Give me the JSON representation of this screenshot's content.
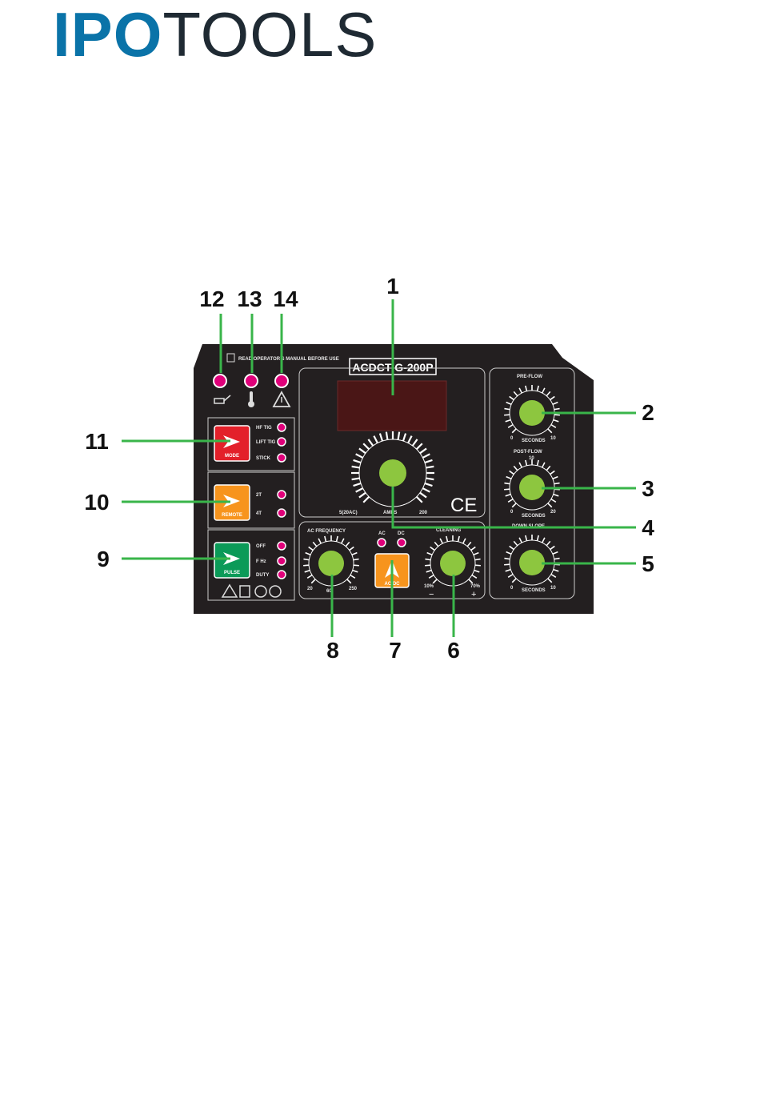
{
  "brand": {
    "part1": "IPO",
    "part2": "TOOLS",
    "color_part1": "#0a73a8",
    "color_part2": "#1f2a33"
  },
  "panel": {
    "model": "ACDCTIG-200P",
    "warning_text": "READ OPERATOR'S MANUAL BEFORE USE",
    "ce_mark": "CE",
    "colors": {
      "panel": "#231f20",
      "knob": "#8dc63f",
      "led": "#e0007a",
      "display": "#4a1616",
      "callout_line": "#39b54a"
    },
    "mode_button": {
      "label": "MODE",
      "color": "#e3202a",
      "options": [
        "HF TIG",
        "LIFT TIG",
        "STICK"
      ]
    },
    "remote_button": {
      "label": "REMOTE",
      "color": "#f7941d",
      "options": [
        "2T",
        "4T"
      ]
    },
    "pulse_button": {
      "label": "PULSE",
      "color": "#0b9a58",
      "options": [
        "OFF",
        "F Hz",
        "DUTY"
      ]
    },
    "acdc_button": {
      "label": "AC/DC",
      "color": "#f7941d"
    },
    "acdc_leds": [
      "AC",
      "DC"
    ],
    "main_knob": {
      "min": "5(20AC)",
      "label": "AMPS",
      "max": "200"
    },
    "pre_flow": {
      "title": "PRE-FLOW",
      "min": "0",
      "max": "10",
      "unit": "SECONDS"
    },
    "post_flow": {
      "title": "POST-FLOW",
      "mid": "10",
      "min": "0",
      "max": "20",
      "unit": "SECONDS"
    },
    "down_slope": {
      "title": "DOWN SLOPE",
      "min": "0",
      "max": "10",
      "unit": "SECONDS"
    },
    "ac_frequency": {
      "title": "AC FREQUENCY",
      "min": "20",
      "mid": "60",
      "max": "250"
    },
    "cleaning": {
      "title": "CLEANING",
      "min": "10%",
      "max": "70%",
      "minus": "−",
      "plus": "+"
    }
  },
  "callouts": [
    "1",
    "2",
    "3",
    "4",
    "5",
    "6",
    "7",
    "8",
    "9",
    "10",
    "11",
    "12",
    "13",
    "14"
  ]
}
